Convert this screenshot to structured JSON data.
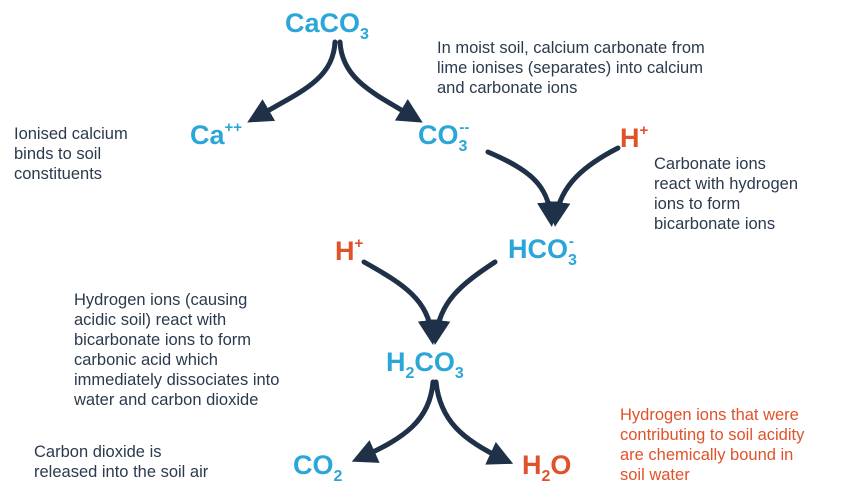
{
  "species": {
    "caco3": {
      "base": "CaCO",
      "sub": "3"
    },
    "ca": {
      "base": "Ca",
      "sup": "++"
    },
    "co3": {
      "base": "CO",
      "sub": "3",
      "sup": "--"
    },
    "h_top": {
      "base": "H",
      "sup": "+"
    },
    "h_mid": {
      "base": "H",
      "sup": "+"
    },
    "hco3": {
      "base": "HCO",
      "sub": "3",
      "sup": "-"
    },
    "h2co3": {
      "p1": "H",
      "sub1": "2",
      "p2": "CO",
      "sub2": "3"
    },
    "co2": {
      "base": "CO",
      "sub": "2"
    },
    "h2o": {
      "p1": "H",
      "sub1": "2",
      "p2": "O"
    }
  },
  "notes": {
    "lime_ionises": [
      "In moist soil, calcium carbonate from",
      "lime ionises (separates) into calcium",
      "and carbonate ions"
    ],
    "ionised_calcium": [
      "Ionised calcium",
      "binds to soil",
      "constituents"
    ],
    "carbonate_react": [
      "Carbonate ions",
      "react with hydrogen",
      "ions to form",
      "bicarbonate ions"
    ],
    "hydrogen_react": [
      "Hydrogen ions (causing",
      "acidic soil) react with",
      "bicarbonate ions to form",
      "carbonic acid which",
      "immediately dissociates into",
      "water and carbon dioxide"
    ],
    "co2_released": [
      "Carbon dioxide is",
      "released into the soil air"
    ],
    "hydrogen_bound": [
      "Hydrogen ions that were",
      "contributing to soil acidity",
      "are chemically bound in",
      "soil water"
    ]
  },
  "colors": {
    "species_blue": "#2aa6d8",
    "species_orange": "#e0522a",
    "arrow": "#1f3148",
    "text": "#2b3a4d"
  }
}
